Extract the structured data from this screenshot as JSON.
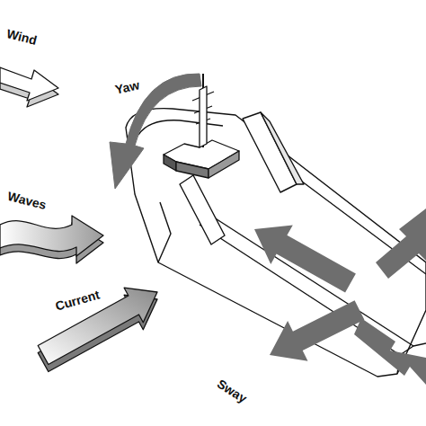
{
  "diagram": {
    "labels": [
      "Wind",
      "Waves",
      "Current",
      "Yaw",
      "Sway"
    ]
  }
}
